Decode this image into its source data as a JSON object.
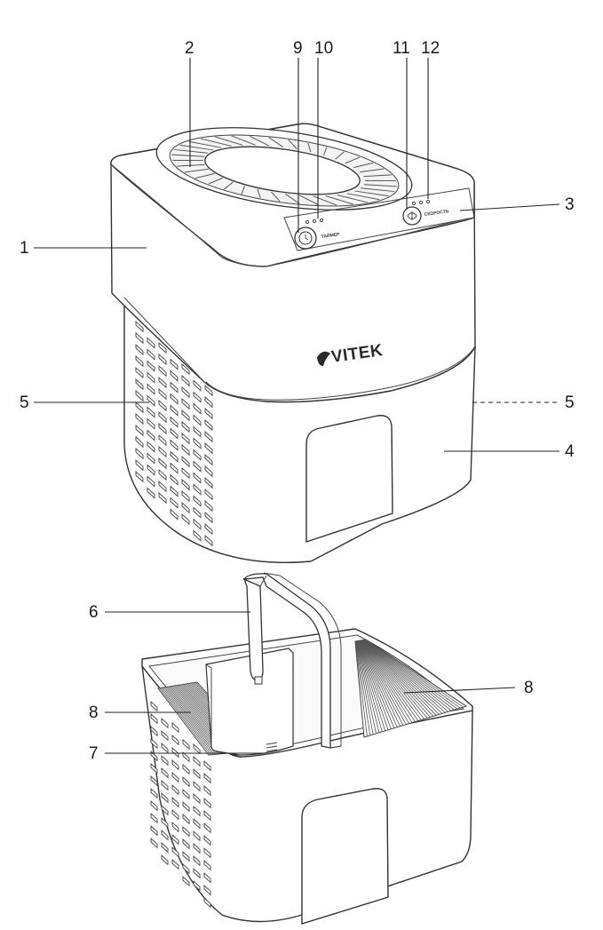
{
  "brand": "VITEK",
  "panel": {
    "timer_label": "ТАЙМЕР",
    "speed_label": "СКОРОСТЬ"
  },
  "callouts": [
    {
      "id": "c1",
      "number": "1",
      "part": "housing"
    },
    {
      "id": "c2",
      "number": "2",
      "part": "air-outlet"
    },
    {
      "id": "c3",
      "number": "3",
      "part": "control-panel"
    },
    {
      "id": "c4",
      "number": "4",
      "part": "water-tank"
    },
    {
      "id": "c5a",
      "number": "5",
      "part": "side-air-inlet"
    },
    {
      "id": "c5b",
      "number": "5",
      "part": "side-air-inlet-hidden"
    },
    {
      "id": "c6",
      "number": "6",
      "part": "tank-handle"
    },
    {
      "id": "c7",
      "number": "7",
      "part": "water-level-indicator"
    },
    {
      "id": "c8a",
      "number": "8",
      "part": "filter-left"
    },
    {
      "id": "c8b",
      "number": "8",
      "part": "filter-right"
    },
    {
      "id": "c9",
      "number": "9",
      "part": "timer-button"
    },
    {
      "id": "c10",
      "number": "10",
      "part": "timer-indicators"
    },
    {
      "id": "c11",
      "number": "11",
      "part": "speed-button"
    },
    {
      "id": "c12",
      "number": "12",
      "part": "speed-indicators"
    }
  ]
}
